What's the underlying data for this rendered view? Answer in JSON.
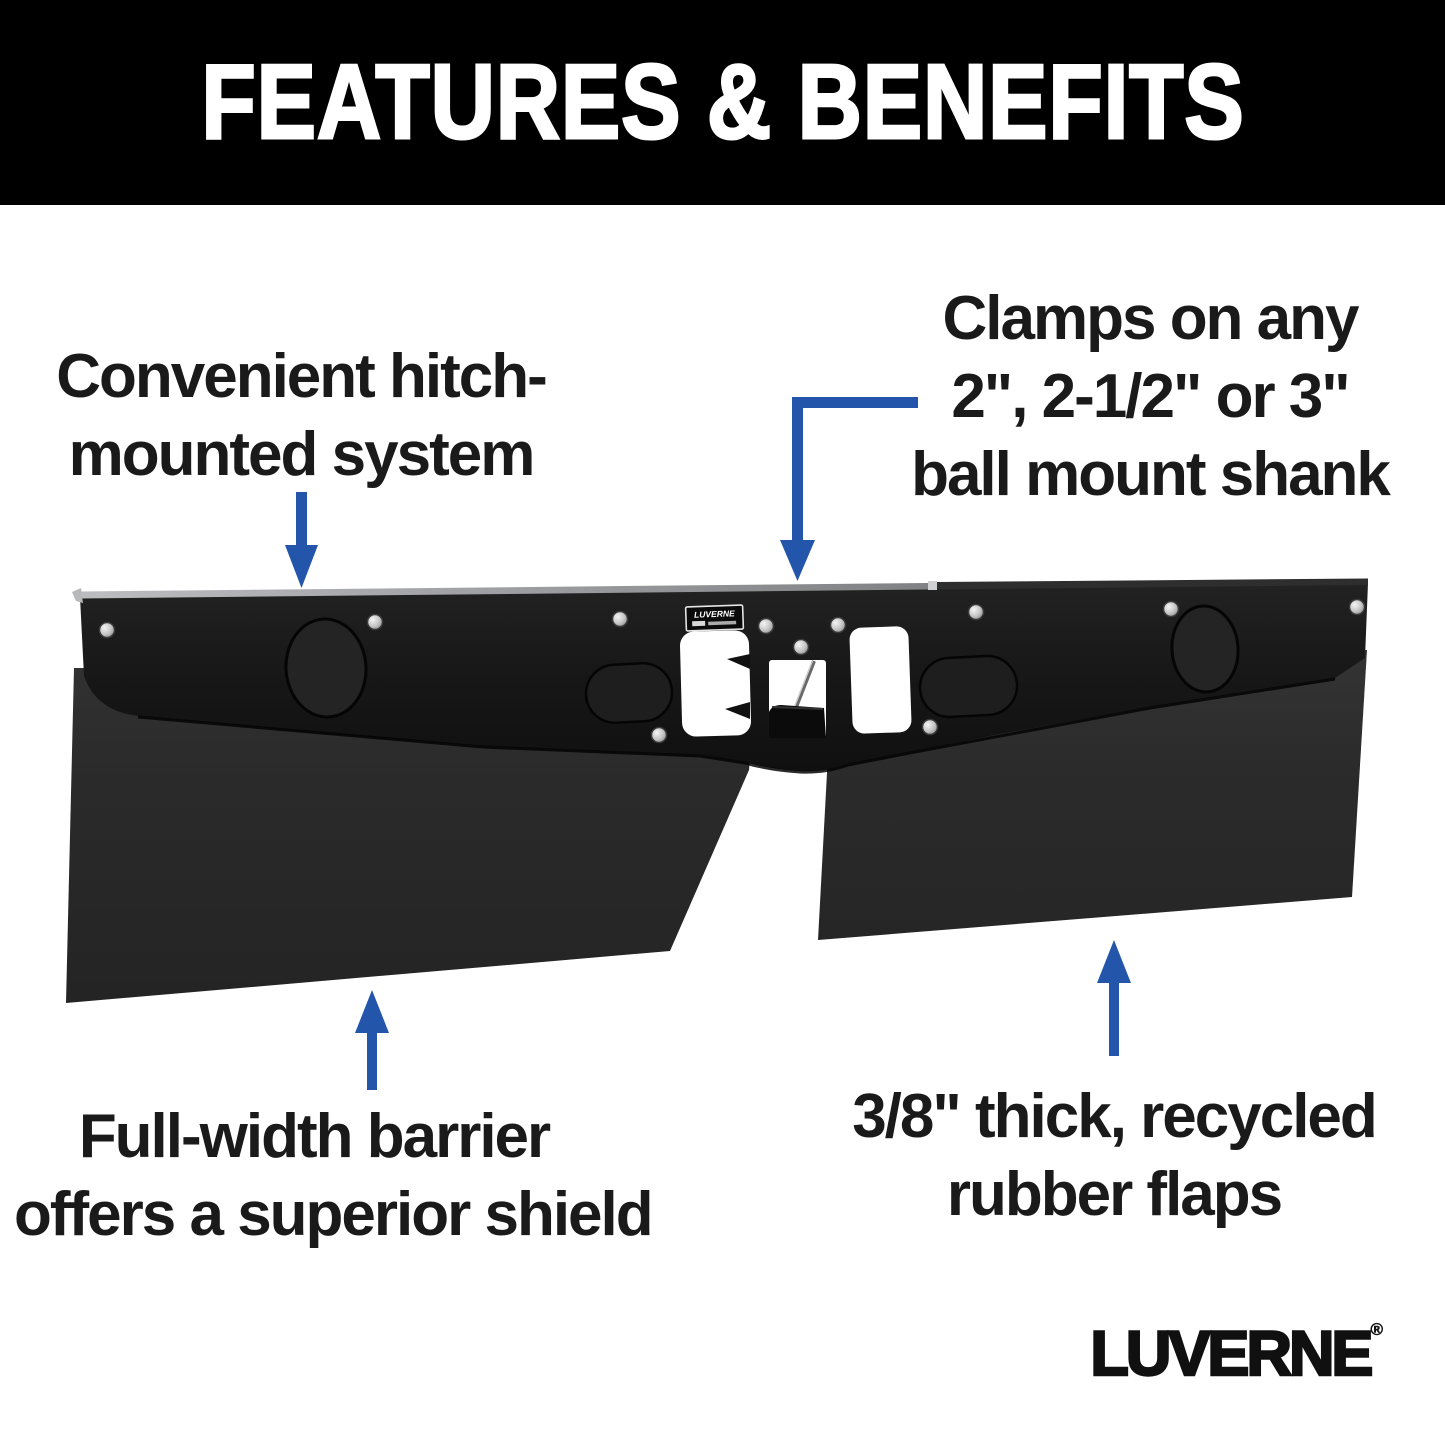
{
  "header": {
    "title": "FEATURES & BENEFITS"
  },
  "callouts": {
    "top_left": {
      "lines": [
        "Convenient hitch-",
        "mounted system"
      ]
    },
    "top_right": {
      "lines": [
        "Clamps on any",
        "2\", 2-1/2\" or 3\"",
        "ball mount shank"
      ]
    },
    "bottom_left": {
      "lines": [
        "Full-width barrier",
        "offers a superior shield"
      ]
    },
    "bottom_right": {
      "lines": [
        "3/8\" thick, recycled",
        "rubber flaps"
      ]
    }
  },
  "product": {
    "label_text": "LUVERNE"
  },
  "brand": {
    "name": "LUVERNE",
    "registered": "®"
  },
  "colors": {
    "arrow_blue": "#2356ab",
    "header_bg": "#000000",
    "header_text": "#ffffff",
    "text_dark": "#1a1a1a"
  }
}
